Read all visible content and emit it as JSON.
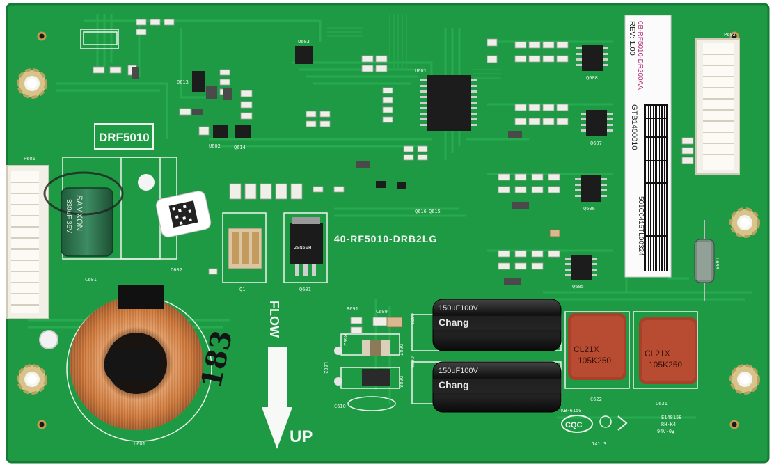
{
  "image": {
    "subject": "Green LED driver printed circuit board",
    "colors": {
      "board": "#1e9a44",
      "board_dark": "#157a34",
      "silkscreen": "#eef3ee",
      "trace": "#24a84c",
      "copper": "#c77a3f",
      "cap_brown": "#a8402a",
      "electrolytic": "#1d1d1d"
    }
  },
  "board": {
    "board_label": "DRF5010",
    "part_number": "40-RF5010-DRB2LG",
    "flow_label": "FLOW",
    "up_label": "UP",
    "p601": "P601",
    "p602": "P602",
    "q601": "Q601",
    "q1": "Q1",
    "l601": "L601",
    "l602": "L602",
    "l603": "L603",
    "c601": "C601",
    "c602": "C602",
    "c621": "C621",
    "c620": "C620",
    "c622": "C622",
    "c631": "C631",
    "c610": "C610",
    "c609": "C609",
    "r691": "R691",
    "r692": "R692",
    "d607": "D607",
    "d608": "D608",
    "u601": "U601",
    "u602": "U602",
    "u603": "U603",
    "q606": "Q606",
    "q607": "Q607",
    "q608": "Q608",
    "q605": "Q605",
    "q613": "Q613",
    "q614": "Q614",
    "q615": "Q615",
    "q616": "Q616",
    "kb_label": "KB-6150",
    "cqc": "CQC",
    "e_num": "E148158",
    "rh": "RH-K4",
    "v0": "94V-0▲",
    "bottom_code": "141 3",
    "hand_mark": "183",
    "mosfet_text": "20N50H"
  },
  "sticker": {
    "rev": "REV: 1.00",
    "model": "0B-RF5010-DR200AA",
    "gtb": "GTB1400010",
    "serial": "501C0415TL00324"
  },
  "inductor_green": {
    "brand": "SAMXON",
    "value": "330uF 35V"
  },
  "electrolytic": {
    "brand": "Chang",
    "rating": "150uF100V"
  },
  "film_cap": {
    "mark": "CL21X",
    "value": "105K250"
  }
}
